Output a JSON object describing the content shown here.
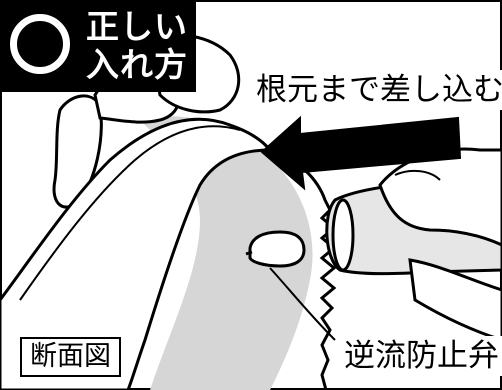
{
  "badge": {
    "line1": "正しい",
    "line2": "入れ方"
  },
  "annotations": {
    "insert_instruction": "根元まで差し込む",
    "valve_label": "逆流防止弁",
    "section_tag": "断面図"
  },
  "colors": {
    "ink": "#000000",
    "paper": "#ffffff",
    "shade": "#cfcfcf"
  }
}
